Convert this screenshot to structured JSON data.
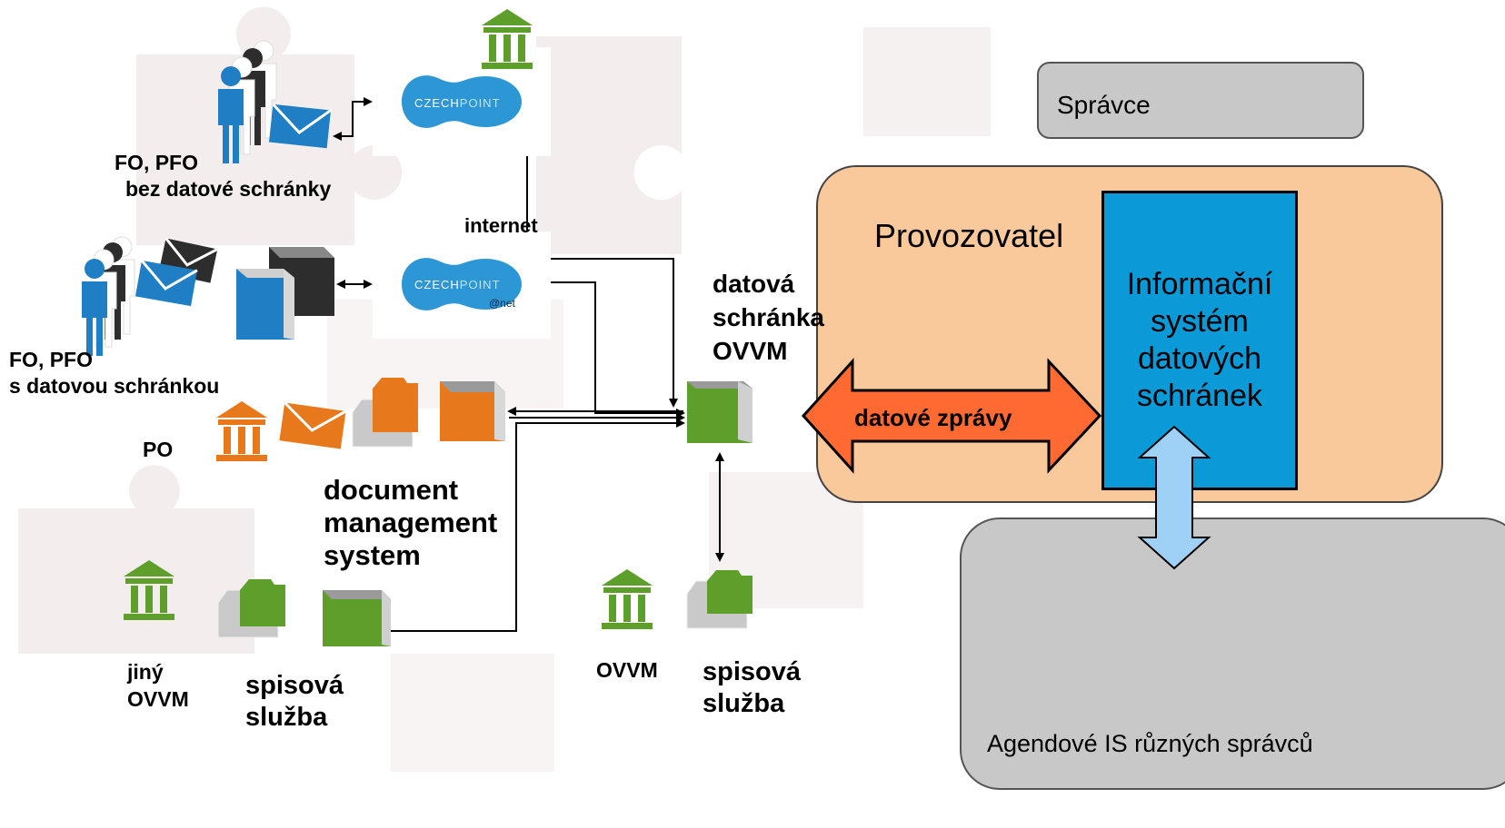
{
  "labels": {
    "fo_bez": [
      "FO, PFO",
      "bez datové schránky"
    ],
    "internet": "internet",
    "fo_s": [
      "FO, PFO",
      "s datovou schránkou"
    ],
    "po": "PO",
    "dms": [
      "document",
      "management",
      "system"
    ],
    "datova_schranka": [
      "datová",
      "schránka",
      "OVVM"
    ],
    "jiny_ovvm": [
      "jiný",
      "OVVM"
    ],
    "spisova_1": [
      "spisová",
      "služba"
    ],
    "ovvm": "OVVM",
    "spisova_2": [
      "spisová",
      "služba"
    ]
  },
  "logos": {
    "czechpoint_1": {
      "part_a": "CZECH",
      "part_b": "POINT"
    },
    "czechpoint_2": {
      "part_a": "CZECH",
      "part_b": "POINT",
      "sub": "@net"
    }
  },
  "blocks": {
    "spravce": "Správce",
    "provozovatel": "Provozovatel",
    "isds": [
      "Informační",
      "systém",
      "datových",
      "schránek"
    ],
    "datove_zpravy": "datové zprávy",
    "agendove": "Agendové IS různých správců"
  },
  "colors": {
    "people_blue": "#1f7ec4",
    "people_dark": "#2d2d2d",
    "orange": "#e8781c",
    "green": "#5e9e2a",
    "provozovatel_fill": "#f9c89b",
    "isds_fill": "#0a9ad8",
    "message_arrow": "#ff6a33",
    "link_arrow": "#9fd0f5",
    "grey_block": "#c8c8c8",
    "czechpoint": "#2d96d4"
  }
}
